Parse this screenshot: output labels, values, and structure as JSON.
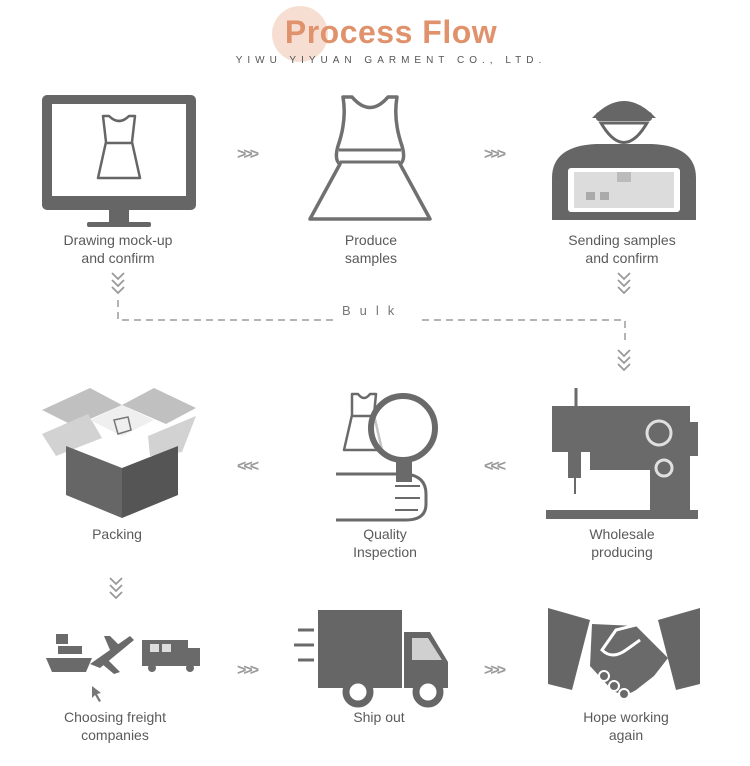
{
  "header": {
    "title": "Process Flow",
    "company": "YIWU YIYUAN GARMENT CO., LTD.",
    "accent_color": "#e0926c"
  },
  "connector": {
    "bulk_label": "Bulk",
    "forward_arrows": ">>>",
    "back_arrows": "<<<",
    "down_arrows": "∨∨∨"
  },
  "steps": [
    {
      "label": "Drawing mock-up\nand confirm",
      "icon": "monitor-dress-icon"
    },
    {
      "label": "Produce\nsamples",
      "icon": "dress-icon"
    },
    {
      "label": "Sending samples\nand confirm",
      "icon": "delivery-person-icon"
    },
    {
      "label": "Wholesale\nproducing",
      "icon": "sewing-machine-icon"
    },
    {
      "label": "Quality\nInspection",
      "icon": "magnifier-inspection-icon"
    },
    {
      "label": "Packing",
      "icon": "open-box-icon"
    },
    {
      "label": "Choosing freight\ncompanies",
      "icon": "freight-transport-icon"
    },
    {
      "label": "Ship out",
      "icon": "delivery-truck-icon"
    },
    {
      "label": "Hope working\nagain",
      "icon": "handshake-icon"
    }
  ],
  "colors": {
    "icon_gray": "#6e6e6e",
    "icon_light": "#d8d8d8",
    "dash": "#9c9c9c"
  }
}
